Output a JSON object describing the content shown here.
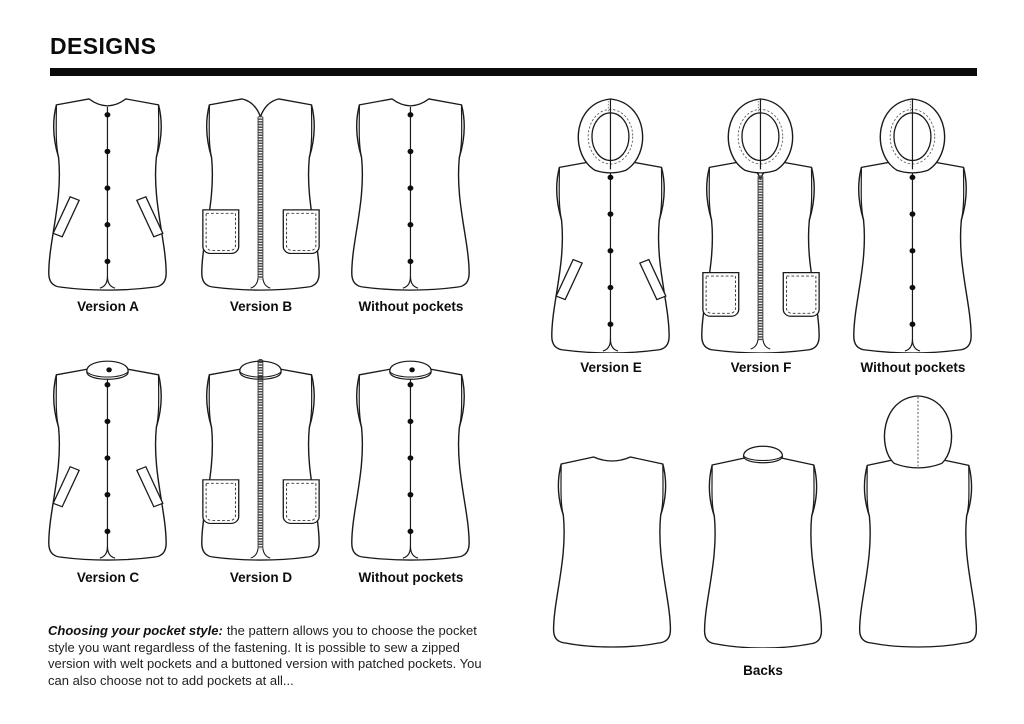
{
  "header": {
    "title": "DESIGNS"
  },
  "labels": {
    "version_a": "Version A",
    "version_b": "Version B",
    "version_c": "Version C",
    "version_d": "Version D",
    "version_e": "Version E",
    "version_f": "Version F",
    "without_pockets": "Without pockets",
    "backs": "Backs"
  },
  "note": {
    "lead": "Choosing your pocket style:",
    "body": "the pattern allows you to choose the pocket style you want regardless of the fastening. It is possible to sew a zipped version with welt pockets and a buttoned version with patched pockets. You can also choose not to add pockets at all..."
  },
  "drawings": {
    "version_a": "Round-neck vest, button fastening, slanted welt pockets",
    "version_b": "Round-neck vest, zip fastening, patch pockets",
    "without_pockets_top": "Round-neck vest, button fastening, no pockets",
    "version_c": "Stand-collar vest, button fastening, slanted welt pockets",
    "version_d": "Stand-collar vest, zip fastening, patch pockets",
    "without_pockets_mid": "Stand-collar vest, button fastening, no pockets",
    "version_e": "Hooded vest, button fastening, slanted welt pockets",
    "version_f": "Hooded vest, zip fastening, patch pockets",
    "without_pockets_right": "Hooded vest, button fastening, no pockets",
    "backs": "Back views: plain back, stand-collar back, hooded back"
  },
  "colors": {
    "background": "#ffffff",
    "ink": "#1a1a1a",
    "rule": "#0b0b0b",
    "zipper": "#4a4a4a"
  }
}
